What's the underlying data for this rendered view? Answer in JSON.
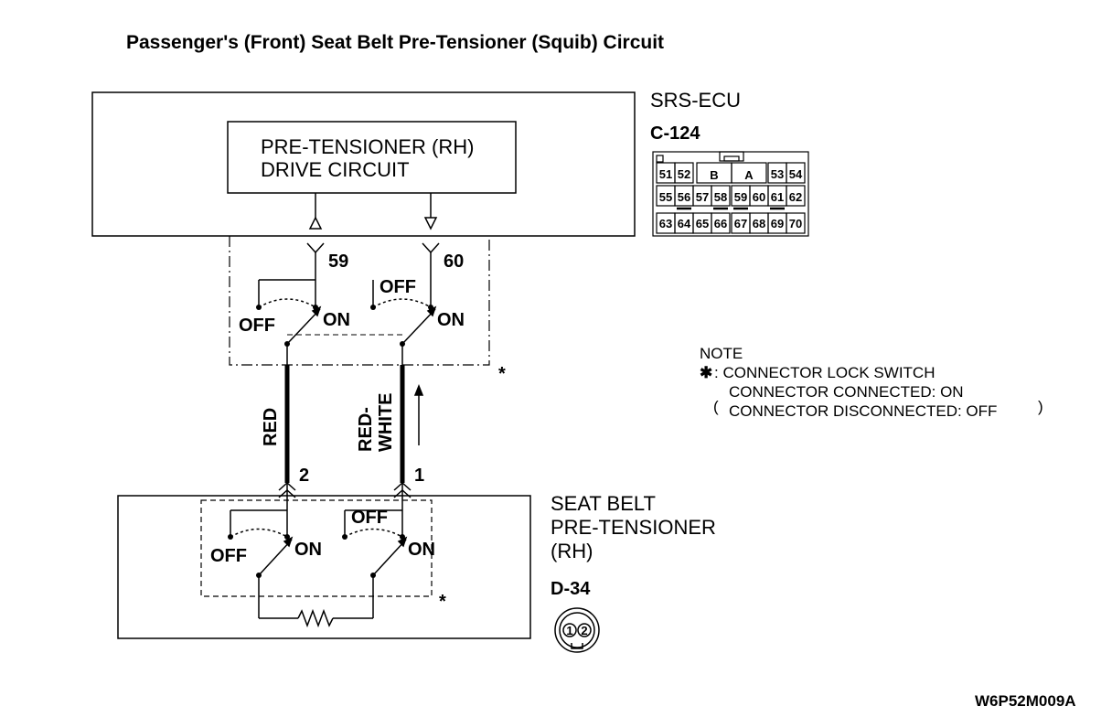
{
  "title": "Passenger's (Front) Seat Belt Pre-Tensioner (Squib) Circuit",
  "ecu": {
    "name": "SRS-ECU",
    "connector": "C-124",
    "drive_circuit_line1": "PRE-TENSIONER (RH)",
    "drive_circuit_line2": "DRIVE CIRCUIT",
    "pins": {
      "p59": "59",
      "p60": "60"
    },
    "pin_grid": {
      "row1": [
        "51",
        "52",
        "B",
        "A",
        "53",
        "54"
      ],
      "row2": [
        "55",
        "56",
        "57",
        "58",
        "59",
        "60",
        "61",
        "62"
      ],
      "row3": [
        "63",
        "64",
        "65",
        "66",
        "67",
        "68",
        "69",
        "70"
      ]
    }
  },
  "switch_labels": {
    "off": "OFF",
    "on": "ON"
  },
  "wires": {
    "left": "RED",
    "right_line1": "RED-",
    "right_line2": "WHITE"
  },
  "pretensioner": {
    "name_line1": "SEAT BELT",
    "name_line2": "PRE-TENSIONER",
    "name_line3": "(RH)",
    "connector": "D-34",
    "pins": {
      "p2": "2",
      "p1": "1"
    },
    "connector_pins": [
      "1",
      "2"
    ]
  },
  "note": {
    "heading": "NOTE",
    "star": "✱",
    "star_text": ": CONNECTOR LOCK SWITCH",
    "connected": "CONNECTOR CONNECTED: ON",
    "disconnected": "CONNECTOR DISCONNECTED: OFF"
  },
  "asterisk": "*",
  "code": "W6P52M009A"
}
